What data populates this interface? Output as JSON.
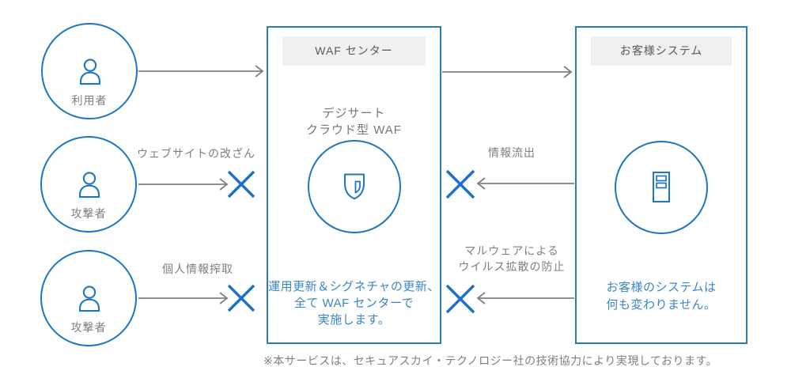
{
  "diagram": {
    "actors": [
      {
        "label": "利用者"
      },
      {
        "label": "攻撃者",
        "attack_label": "ウェブサイトの改ざん"
      },
      {
        "label": "攻撃者",
        "attack_label": "個人情報搾取"
      }
    ],
    "waf_box": {
      "header": "WAF センター",
      "subtitle": [
        "デジサート",
        "クラウド型 WAF"
      ],
      "description": [
        "運用更新＆シグネチャの更新、",
        "全て WAF センターで",
        "実施します。"
      ]
    },
    "customer_box": {
      "header": "お客様システム",
      "description": [
        "お客様のシステムは",
        "何も変わりません。"
      ]
    },
    "blocked_flows": {
      "info_leak": "情報流出",
      "malware": [
        "マルウェアによる",
        "ウイルス拡散の防止"
      ]
    },
    "footnote": "※本サービスは、セキュアスカイ・テクノロジー社の技術協力により実現しております。",
    "colors": {
      "primary_blue": "#1d76c2",
      "x_mark_blue": "#1b6fce",
      "text_blue": "#3a86c8",
      "label_gray": "#7f7f7f",
      "header_text_gray": "#595959",
      "header_bg": "#f0f0f0",
      "arrow_gray": "#808080"
    }
  }
}
